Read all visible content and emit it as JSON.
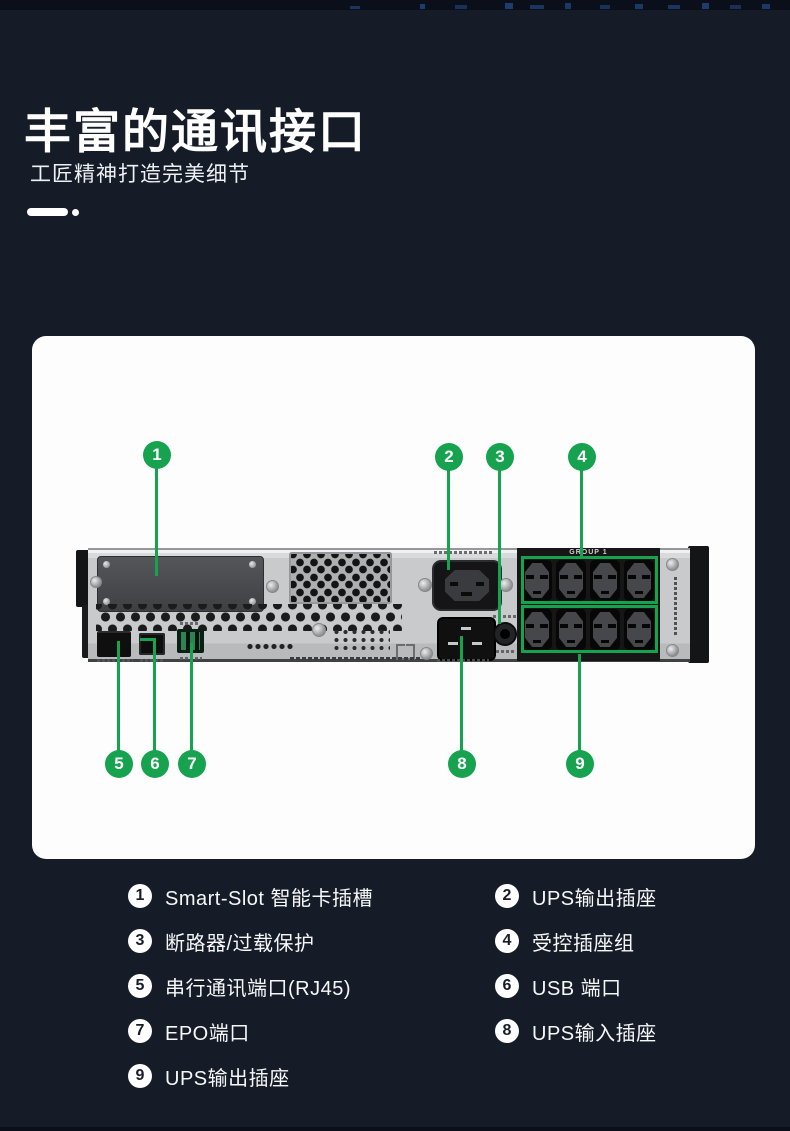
{
  "header": {
    "title": "丰富的通讯接口",
    "subtitle": "工匠精神打造完美细节"
  },
  "diagram": {
    "group_label": "GROUP 1",
    "callouts": [
      "1",
      "2",
      "3",
      "4",
      "5",
      "6",
      "7",
      "8",
      "9"
    ]
  },
  "legend": {
    "items": [
      {
        "num": "1",
        "label": "Smart-Slot 智能卡插槽"
      },
      {
        "num": "2",
        "label": "UPS输出插座"
      },
      {
        "num": "3",
        "label": "断路器/过载保护"
      },
      {
        "num": "4",
        "label": "受控插座组"
      },
      {
        "num": "5",
        "label": "串行通讯端口(RJ45)"
      },
      {
        "num": "6",
        "label": "USB 端口"
      },
      {
        "num": "7",
        "label": "EPO端口"
      },
      {
        "num": "8",
        "label": "UPS输入插座"
      },
      {
        "num": "9",
        "label": "UPS输出插座"
      }
    ]
  },
  "colors": {
    "background": "#151C28",
    "accent_green": "#17A24F",
    "card": "#FDFDFE"
  }
}
